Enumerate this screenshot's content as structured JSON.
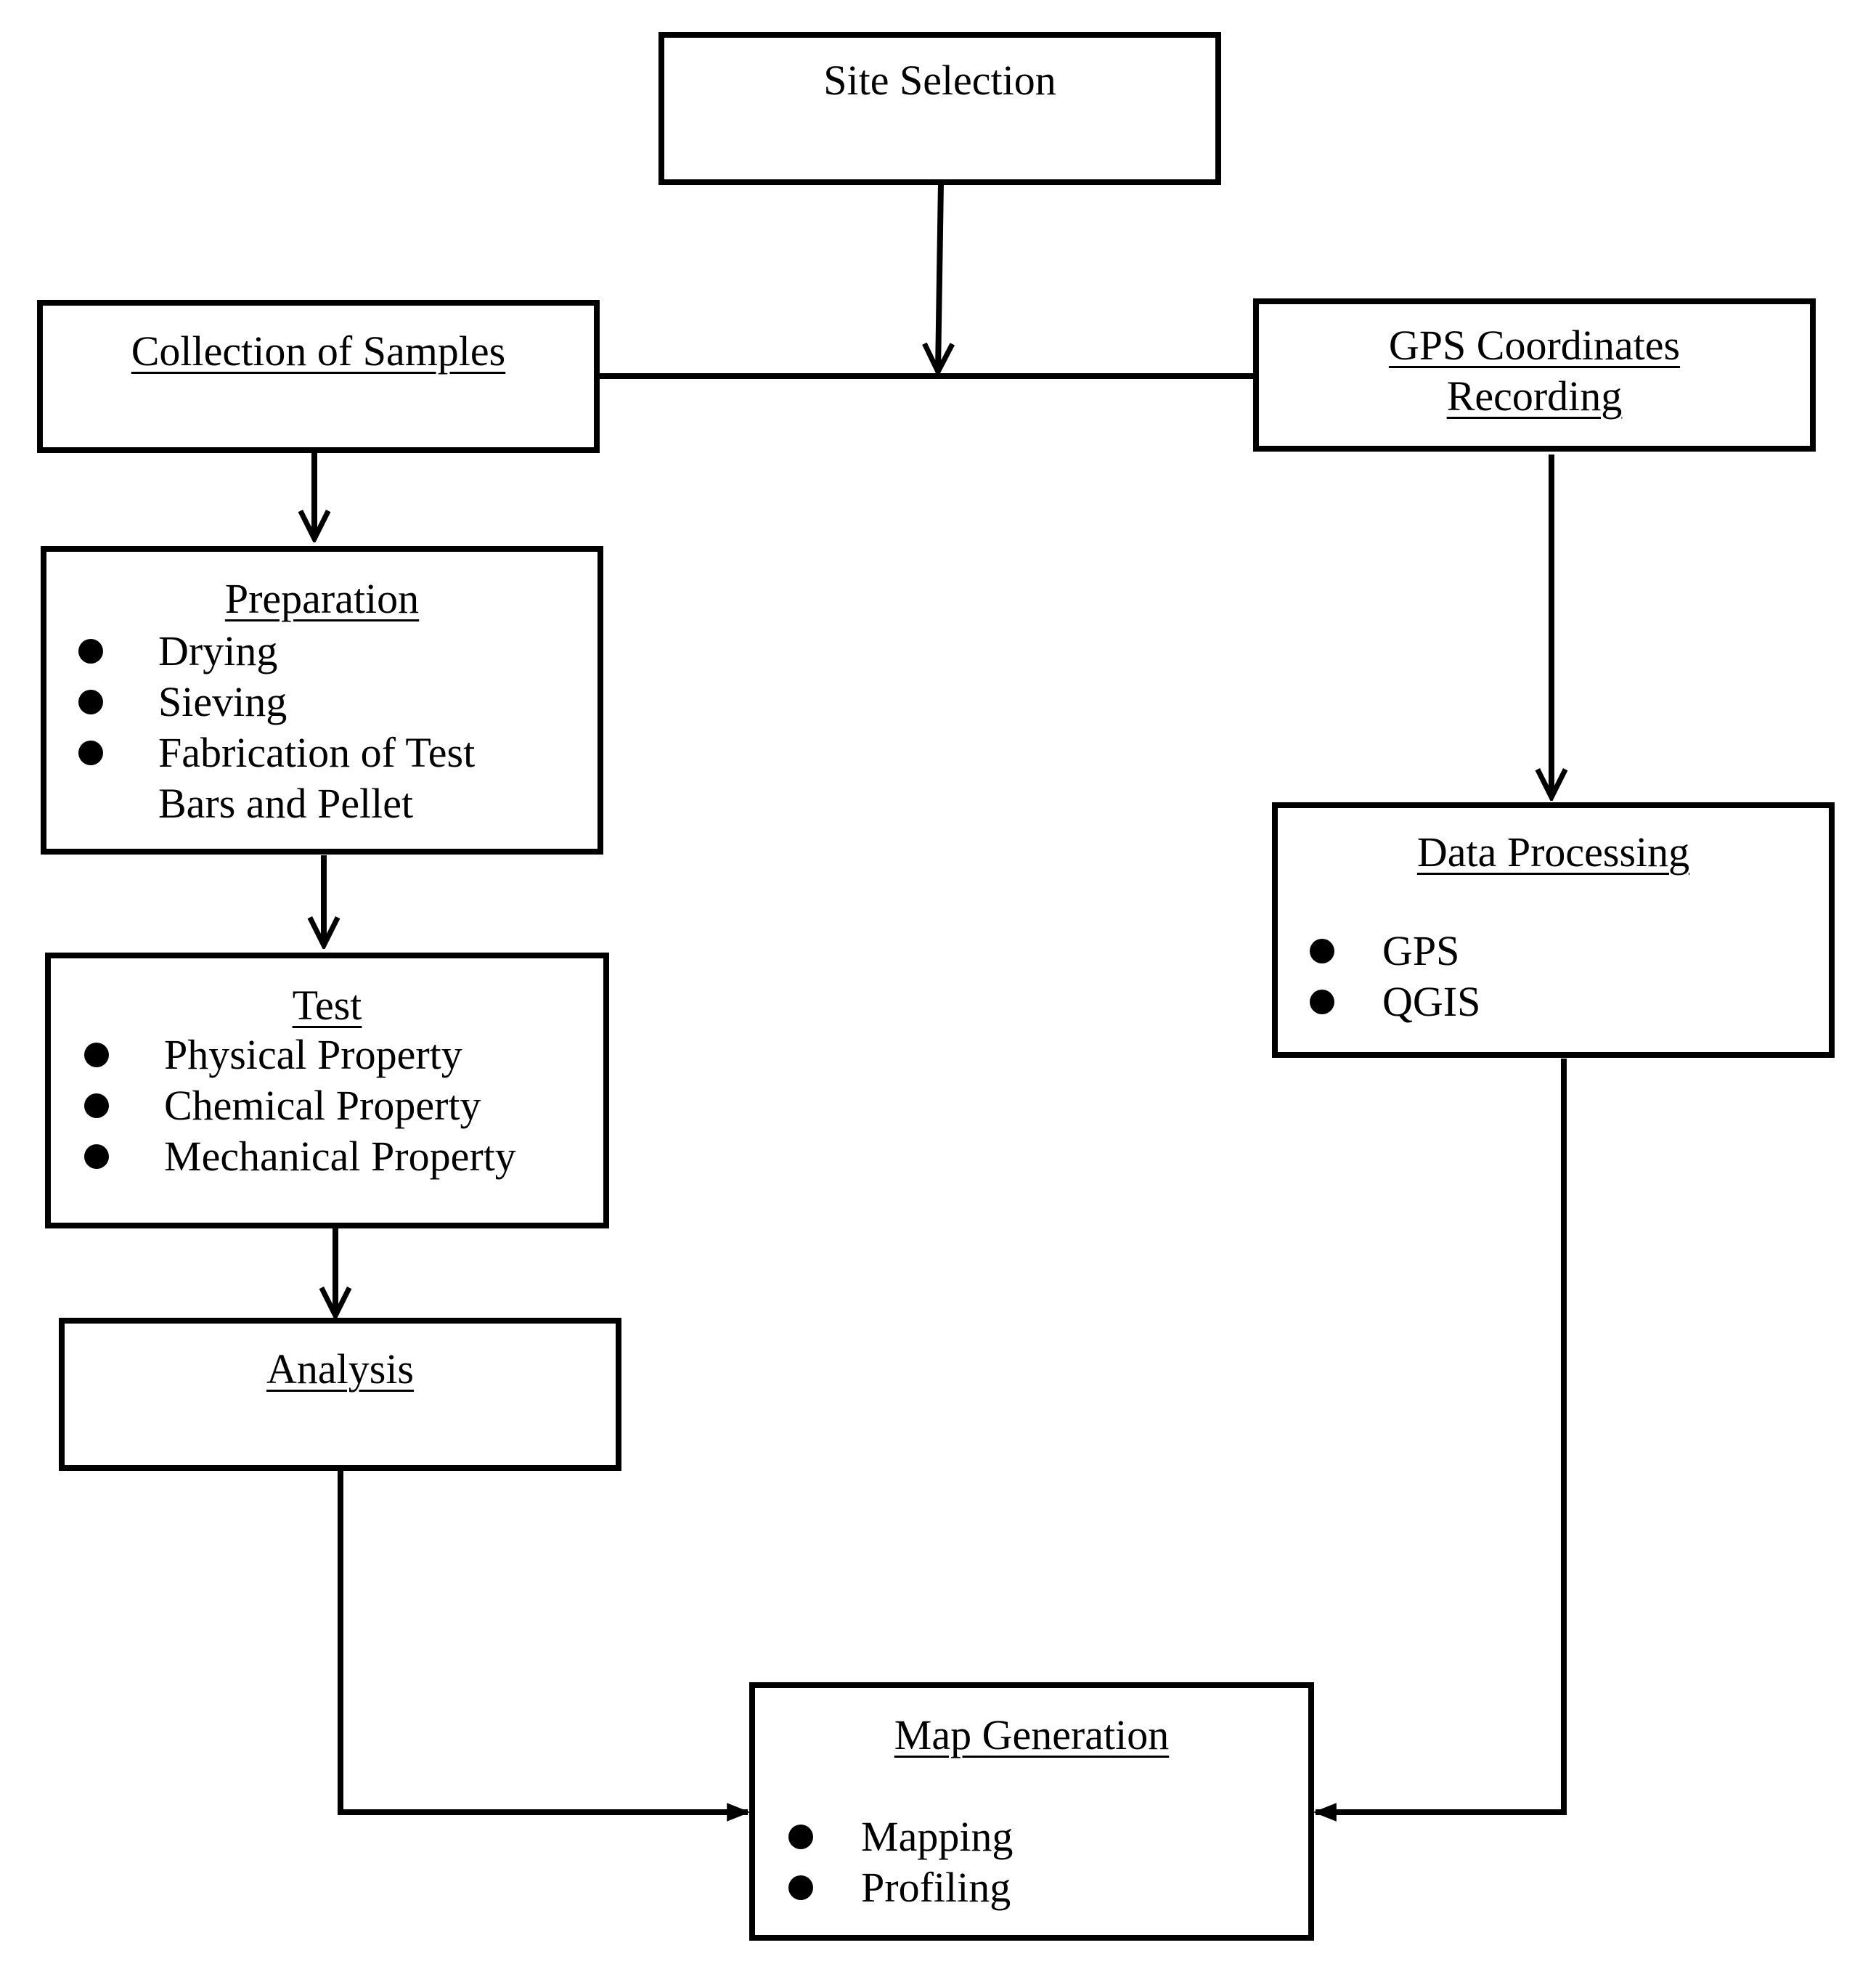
{
  "diagram": {
    "site_selection": {
      "title": "Site Selection"
    },
    "collection": {
      "title": "Collection of Samples"
    },
    "gps_recording": {
      "title_line1": "GPS Coordinates",
      "title_line2": "Recording"
    },
    "preparation": {
      "title": "Preparation",
      "items": [
        "Drying",
        "Sieving",
        "Fabrication of Test Bars and Pellet"
      ]
    },
    "test": {
      "title": "Test",
      "items": [
        "Physical Property",
        "Chemical Property",
        "Mechanical Property"
      ]
    },
    "analysis": {
      "title": "Analysis"
    },
    "data_processing": {
      "title": "Data Processing",
      "items": [
        "GPS",
        "QGIS"
      ]
    },
    "map_generation": {
      "title": "Map Generation",
      "items": [
        "Mapping",
        "Profiling"
      ]
    }
  },
  "colors": {
    "stroke": "#000000",
    "background": "#ffffff"
  }
}
